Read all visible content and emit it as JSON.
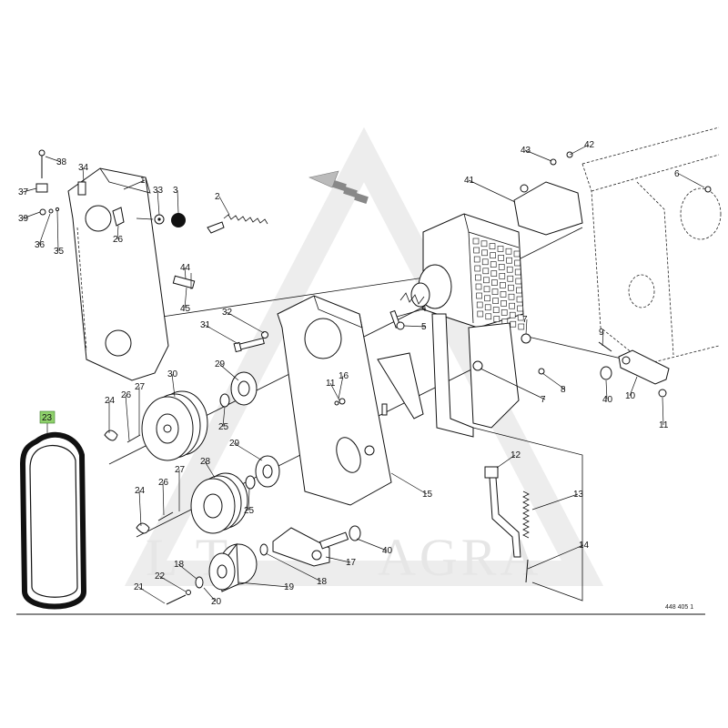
{
  "watermark": {
    "text": "AGRA"
  },
  "drawing_ref": "448 405 1",
  "highlight_color": "#8fd16b",
  "callouts": [
    {
      "id": "c38",
      "label": "38"
    },
    {
      "id": "c34",
      "label": "34"
    },
    {
      "id": "c1",
      "label": "1"
    },
    {
      "id": "c37",
      "label": "37"
    },
    {
      "id": "c39",
      "label": "39"
    },
    {
      "id": "c36",
      "label": "36"
    },
    {
      "id": "c35",
      "label": "35"
    },
    {
      "id": "c26a",
      "label": "26"
    },
    {
      "id": "c33",
      "label": "33"
    },
    {
      "id": "c3",
      "label": "3"
    },
    {
      "id": "c2",
      "label": "2"
    },
    {
      "id": "c44",
      "label": "44"
    },
    {
      "id": "c45",
      "label": "45"
    },
    {
      "id": "c32",
      "label": "32"
    },
    {
      "id": "c31",
      "label": "31"
    },
    {
      "id": "c29a",
      "label": "29"
    },
    {
      "id": "c30",
      "label": "30"
    },
    {
      "id": "c24a",
      "label": "24"
    },
    {
      "id": "c27a",
      "label": "27"
    },
    {
      "id": "c26b",
      "label": "26"
    },
    {
      "id": "c25a",
      "label": "25"
    },
    {
      "id": "c23",
      "label": "23"
    },
    {
      "id": "c29b",
      "label": "29"
    },
    {
      "id": "c28",
      "label": "28"
    },
    {
      "id": "c27b",
      "label": "27"
    },
    {
      "id": "c26c",
      "label": "26"
    },
    {
      "id": "c24b",
      "label": "24"
    },
    {
      "id": "c25b",
      "label": "25"
    },
    {
      "id": "c18a",
      "label": "18"
    },
    {
      "id": "c22",
      "label": "22"
    },
    {
      "id": "c21",
      "label": "21"
    },
    {
      "id": "c20",
      "label": "20"
    },
    {
      "id": "c19",
      "label": "19"
    },
    {
      "id": "c18b",
      "label": "18"
    },
    {
      "id": "c17",
      "label": "17"
    },
    {
      "id": "c40a",
      "label": "40"
    },
    {
      "id": "c15",
      "label": "15"
    },
    {
      "id": "c11a",
      "label": "11"
    },
    {
      "id": "c16",
      "label": "16"
    },
    {
      "id": "c4",
      "label": "4"
    },
    {
      "id": "c5",
      "label": "5"
    },
    {
      "id": "c41",
      "label": "41"
    },
    {
      "id": "c43",
      "label": "43"
    },
    {
      "id": "c42",
      "label": "42"
    },
    {
      "id": "c6",
      "label": "6"
    },
    {
      "id": "c7a",
      "label": "7"
    },
    {
      "id": "c7b",
      "label": "7"
    },
    {
      "id": "c8",
      "label": "8"
    },
    {
      "id": "c9",
      "label": "9"
    },
    {
      "id": "c40b",
      "label": "40"
    },
    {
      "id": "c10",
      "label": "10"
    },
    {
      "id": "c11b",
      "label": "11"
    },
    {
      "id": "c12",
      "label": "12"
    },
    {
      "id": "c13",
      "label": "13"
    },
    {
      "id": "c14",
      "label": "14"
    }
  ]
}
